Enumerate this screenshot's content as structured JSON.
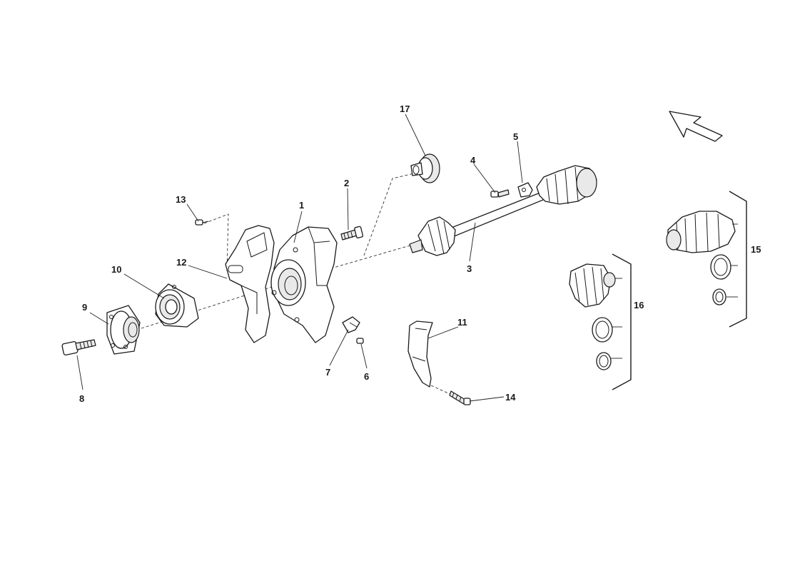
{
  "callouts": {
    "c1": "1",
    "c2": "2",
    "c3": "3",
    "c4": "4",
    "c5": "5",
    "c6": "6",
    "c7": "7",
    "c8": "8",
    "c9": "9",
    "c10": "10",
    "c11": "11",
    "c12": "12",
    "c13": "13",
    "c14": "14",
    "c15": "15",
    "c16": "16",
    "c17": "17"
  },
  "icons": {
    "orientation_arrow": "direction-arrow-icon"
  },
  "colors": {
    "line": "#1a1a1a",
    "background": "#ffffff",
    "shade": "#e9e9e9"
  }
}
